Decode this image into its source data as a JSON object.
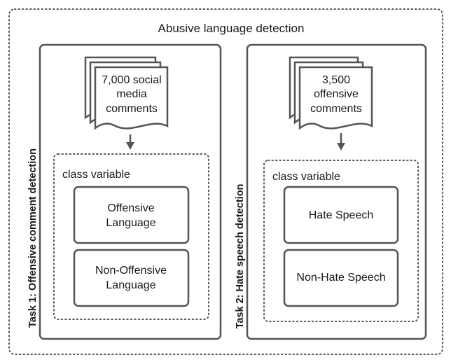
{
  "title": "Abusive language detection",
  "tasks": [
    {
      "label": "Task 1: Offensive comment detection",
      "source_lines": [
        "7,000 social",
        "media",
        "comments"
      ],
      "class_heading": "class variable",
      "classes": [
        {
          "lines": [
            "Offensive",
            "Language"
          ]
        },
        {
          "lines": [
            "Non-Offensive",
            "Language"
          ]
        }
      ]
    },
    {
      "label": "Task 2: Hate speech detection",
      "source_lines": [
        "3,500",
        "offensive",
        "comments"
      ],
      "class_heading": "class variable",
      "classes": [
        {
          "lines": [
            "Hate Speech"
          ]
        },
        {
          "lines": [
            "Non-Hate Speech"
          ]
        }
      ]
    }
  ],
  "colors": {
    "stroke": "#555555",
    "text": "#1a1a1a",
    "background": "#ffffff"
  }
}
